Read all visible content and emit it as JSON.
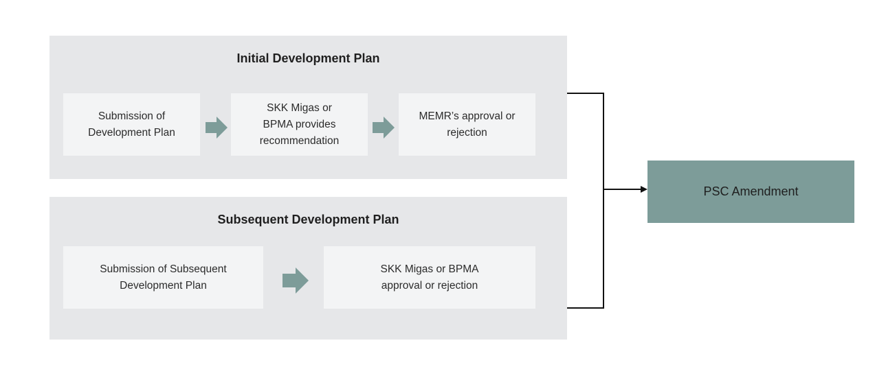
{
  "initial_plan": {
    "title": "Initial Development Plan",
    "steps": [
      "Submission of Development Plan",
      "SKK Migas or BPMA provides recommendation",
      "MEMR’s approval or rejection"
    ]
  },
  "subsequent_plan": {
    "title": "Subsequent Development Plan",
    "steps": [
      "Submission of Subsequent Development Plan",
      "SKK Migas or BPMA approval or rejection"
    ]
  },
  "outcome": {
    "label": "PSC Amendment"
  },
  "colors": {
    "panel": "#e6e7e9",
    "box": "#f3f4f5",
    "arrow": "#7d9c99",
    "outcome": "#7d9c99",
    "connector": "#111111"
  },
  "icons": {
    "step_arrow": "right-block-arrow-icon",
    "connector_arrow": "arrow-right-icon"
  }
}
